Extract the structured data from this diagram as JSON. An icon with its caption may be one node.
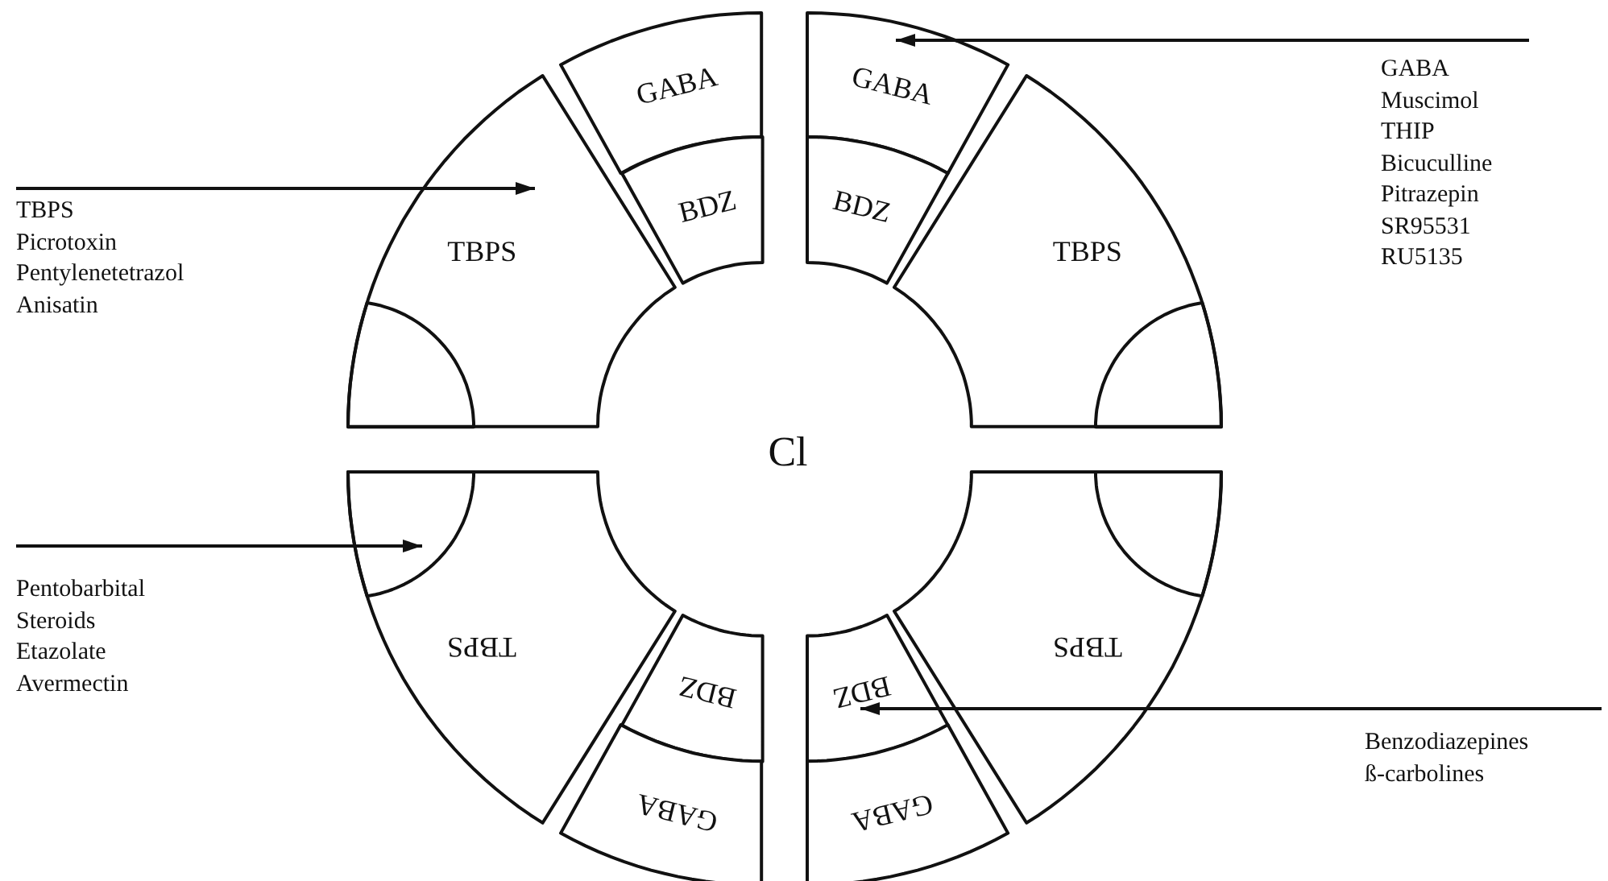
{
  "diagram": {
    "nodes": [
      {
        "text": [
          "GABA"
        ]
      },
      {
        "text": [
          "BDZ"
        ]
      },
      {
        "text": [
          "TBPS"
        ]
      },
      {
        "text": [],
        "shape": "sector",
        "in": 2
      },
      {
        "text": [
          "GABA"
        ]
      },
      {
        "text": [
          "BDZ"
        ]
      },
      {
        "text": [
          "TBPS"
        ]
      },
      {
        "text": [],
        "shape": "sector",
        "in": 6
      },
      {
        "text": [
          "GABA",
          "Muscimol",
          "THIP",
          "Bicuculline",
          "Pitrazepin",
          "SR95531",
          "RU5135"
        ]
      },
      {
        "text": [
          "TBPS",
          "Picrotoxin",
          "Pentylenetetrazol",
          "Anisatin"
        ]
      },
      {
        "text": [
          "TBPS"
        ]
      },
      {
        "text": [],
        "shape": "sector",
        "in": 10
      },
      {
        "text": [
          "BDZ"
        ]
      },
      {
        "text": [
          "GABA"
        ]
      },
      {
        "text": [
          "TBPS"
        ]
      },
      {
        "text": [],
        "shape": "sector",
        "in": 14
      },
      {
        "text": [
          "BDZ"
        ]
      },
      {
        "text": [
          "GABA"
        ]
      },
      {
        "text": [
          "Pentobarbital",
          "Steroids",
          "Etazolate",
          "Avermectin"
        ]
      },
      {
        "text": [
          "Benzodiazepines",
          "ß-carbolines"
        ]
      }
    ],
    "edges": [
      {
        "from": 8,
        "to": 4,
        "arrow": "to"
      },
      {
        "from": 9,
        "to": 2,
        "arrow": "to"
      },
      {
        "from": 18,
        "to": 11,
        "arrow": "to"
      },
      {
        "from": 19,
        "to": 16,
        "arrow": "to"
      }
    ],
    "labels": [
      "Cl"
    ]
  }
}
